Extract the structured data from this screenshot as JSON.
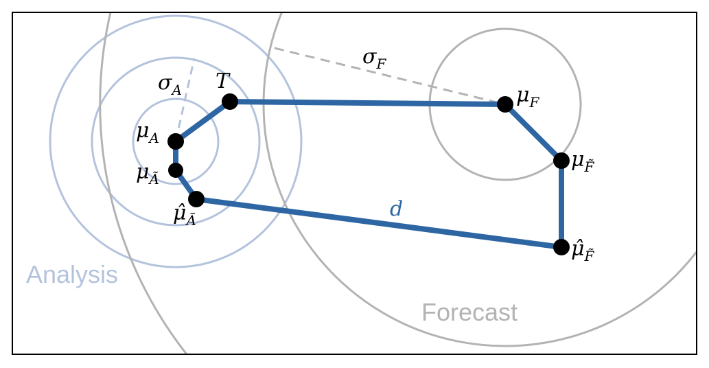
{
  "colors": {
    "path": "#2e66a3",
    "analysis": "#b4c3dd",
    "forecast": "#b3b3b3",
    "point": "#000000"
  },
  "labels": {
    "analysis": "Analysis",
    "forecast": "Forecast",
    "sigma_a": {
      "main": "σ",
      "sub": "A"
    },
    "sigma_f": {
      "main": "σ",
      "sub": "F"
    },
    "t": {
      "main": "T"
    },
    "mu_a": {
      "main": "μ",
      "sub": "A"
    },
    "mu_a_tilde": {
      "main": "μ",
      "sub": "Ã"
    },
    "mu_a_hat": {
      "main": "μ̂",
      "sub": "Ã"
    },
    "mu_f": {
      "main": "μ",
      "sub": "F"
    },
    "mu_f_tilde": {
      "main": "μ",
      "sub": "F̃"
    },
    "mu_f_hat": {
      "main": "μ̂",
      "sub": "F̃"
    },
    "d": "d"
  }
}
